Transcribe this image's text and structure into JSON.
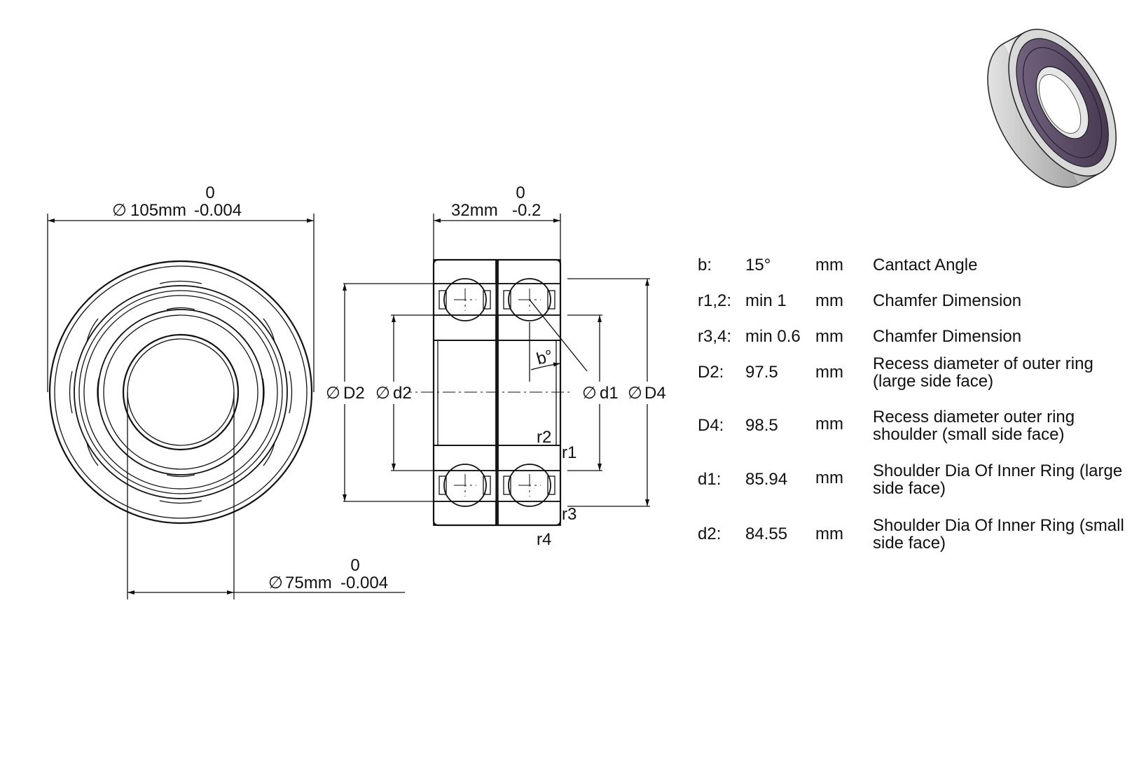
{
  "drawing": {
    "outer_diameter": {
      "nominal": "105mm",
      "upper": "0",
      "lower": "-0.004"
    },
    "width": {
      "nominal": "32mm",
      "upper": "0",
      "lower": "-0.2"
    },
    "bore": {
      "nominal": "75mm",
      "upper": "0",
      "lower": "-0.004"
    },
    "diameter_symbol": "∅",
    "section_labels": {
      "D2": "D2",
      "d2": "d2",
      "d1": "d1",
      "D4": "D4",
      "angle": "b°",
      "r1": "r1",
      "r2": "r2",
      "r3": "r3",
      "r4": "r4"
    }
  },
  "spec_table": [
    {
      "key": "b:",
      "value": "15°",
      "unit": "mm",
      "desc": "Cantact Angle"
    },
    {
      "key": "r1,2:",
      "value": "min 1",
      "unit": "mm",
      "desc": "Chamfer Dimension"
    },
    {
      "key": "r3,4:",
      "value": "min 0.6",
      "unit": "mm",
      "desc": "Chamfer Dimension"
    },
    {
      "key": "D2:",
      "value": "97.5",
      "unit": "mm",
      "desc": "Recess diameter of outer ring (large side face)"
    },
    {
      "key": "D4:",
      "value": "98.5",
      "unit": "mm",
      "desc": "Recess diameter outer ring shoulder (small side face)"
    },
    {
      "key": "d1:",
      "value": "85.94",
      "unit": "mm",
      "desc": "Shoulder Dia Of Inner Ring (large side face)"
    },
    {
      "key": "d2:",
      "value": "84.55",
      "unit": "mm",
      "desc": "Shoulder Dia Of Inner Ring (small side face)"
    }
  ],
  "colors": {
    "line": "#111111",
    "shield": "#5a4a66",
    "steel": "#c9c9c9"
  }
}
